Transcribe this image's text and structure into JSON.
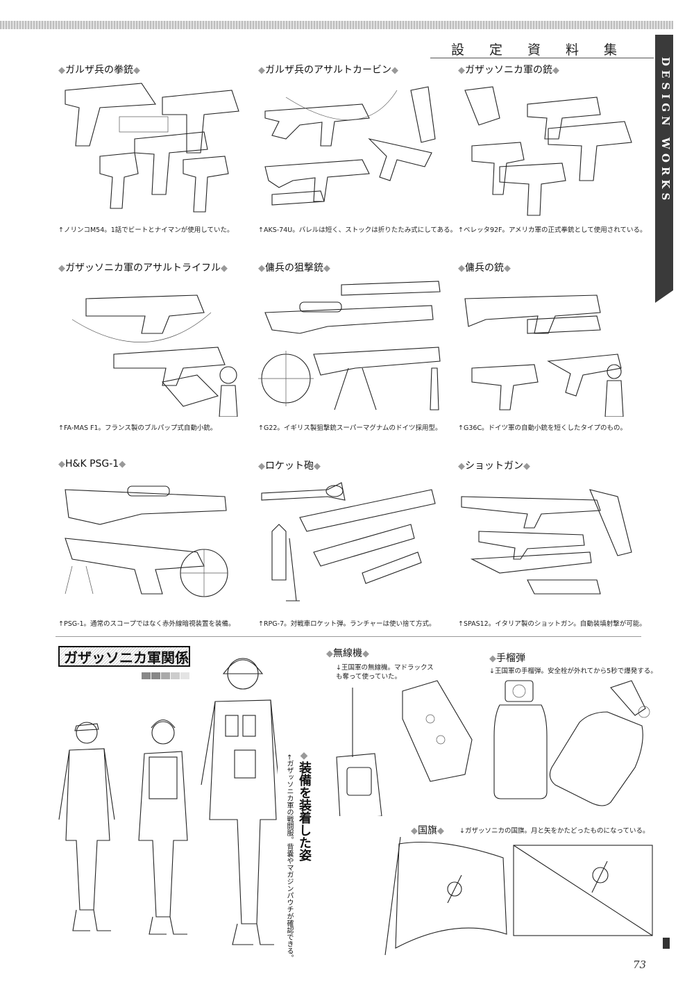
{
  "header": {
    "title": "設定資料集",
    "side_tab": "DESIGN WORKS"
  },
  "cells": [
    {
      "title": "ガルザ兵の拳銃",
      "caption": "↑ノリンコM54。1話でビートとナイマンが使用していた。"
    },
    {
      "title": "ガルザ兵のアサルトカービン",
      "caption": "↑AKS-74U。バレルは短く、ストックは折りたたみ式にしてある。"
    },
    {
      "title": "ガザッソニカ軍の銃",
      "caption": "↑ベレッタ92F。アメリカ軍の正式拳銃として使用されている。"
    },
    {
      "title": "ガザッソニカ軍のアサルトライフル",
      "caption": "↑FA-MAS F1。フランス製のブルパップ式自動小銃。"
    },
    {
      "title": "傭兵の狙撃銃",
      "caption": "↑G22。イギリス製狙撃銃スーパーマグナムのドイツ採用型。"
    },
    {
      "title": "傭兵の銃",
      "caption": "↑G36C。ドイツ軍の自動小銃を短くしたタイプのもの。"
    },
    {
      "title": "H&K PSG-1",
      "caption": "↑PSG-1。通常のスコープではなく赤外線暗視装置を装備。"
    },
    {
      "title": "ロケット砲",
      "caption": "↑RPG-7。対戦車ロケット弾。ランチャーは使い捨て方式。"
    },
    {
      "title": "ショットガン",
      "caption": "↑SPAS12。イタリア製のショットガン。自動装填射撃が可能。"
    }
  ],
  "section": {
    "title": "ガザッソニカ軍関係"
  },
  "equipment": {
    "heading": "装備を装着した姿",
    "caption": "←ガザッソニカ軍の戦闘服。背嚢やマガジンパウチが確認できる。"
  },
  "radio": {
    "title": "無線機",
    "caption_line1": "↓王国軍の無線機。マドラックス",
    "caption_line2": "も奪って使っていた。"
  },
  "grenade": {
    "title": "手榴弾",
    "caption": "↓王国軍の手榴弾。安全栓が外れてから5秒で爆発する。"
  },
  "flag": {
    "title": "国旗",
    "caption": "↓ガザッソニカの国旗。月と矢をかたどったものになっている。"
  },
  "page_number": "73"
}
